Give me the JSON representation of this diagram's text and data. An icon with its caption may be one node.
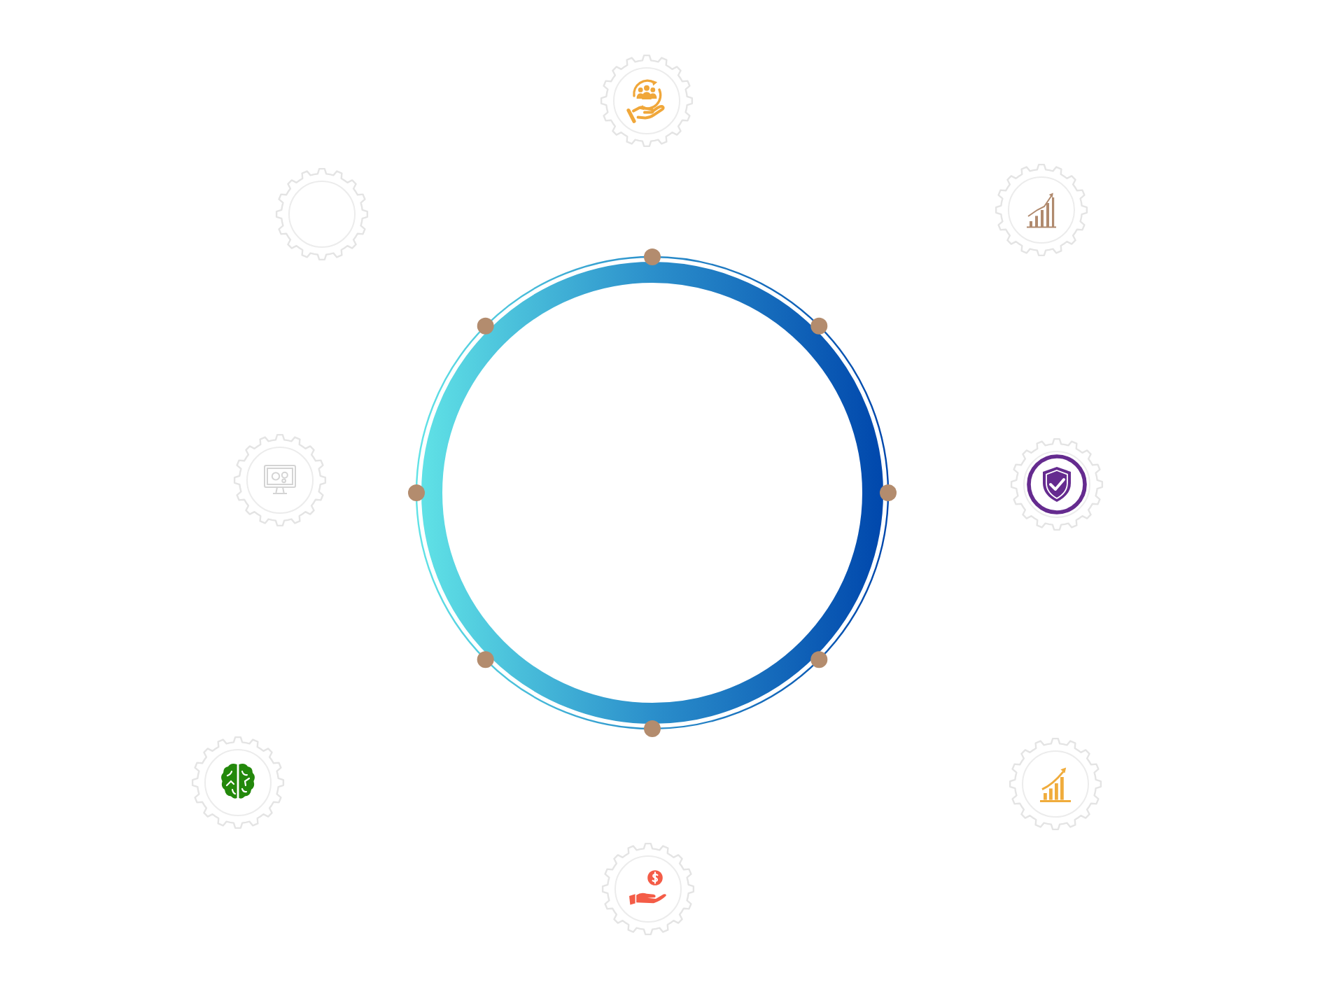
{
  "diagram": {
    "nodes": [
      {
        "text": [],
        "shape": "picture"
      },
      {
        "text": [],
        "shape": "gear"
      },
      {
        "text": [],
        "shape": "picture"
      },
      {
        "text": [],
        "shape": "picture"
      },
      {
        "text": [],
        "shape": "circle"
      },
      {
        "text": [],
        "shape": "picture"
      },
      {
        "text": [],
        "shape": "picture"
      },
      {
        "text": [],
        "shape": "picture"
      },
      {
        "text": [],
        "shape": "picture"
      }
    ]
  }
}
